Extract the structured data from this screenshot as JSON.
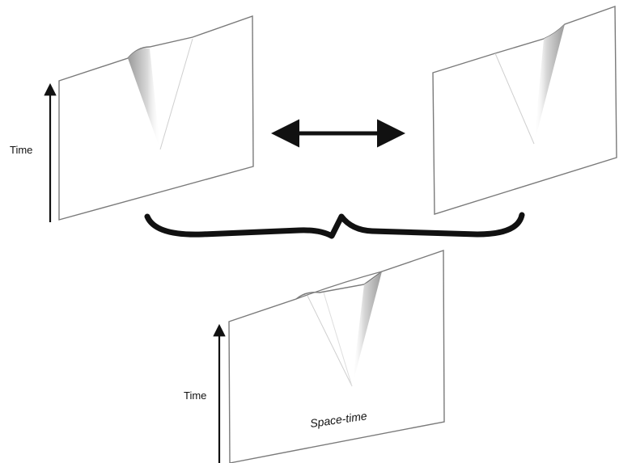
{
  "labels": {
    "time_top_left": "Time",
    "time_bottom": "Time",
    "spacetime": "Space-time"
  },
  "colors": {
    "ink": "#111111",
    "panel_edge": "#7a7a7a",
    "shade": "#9a9a9a"
  }
}
